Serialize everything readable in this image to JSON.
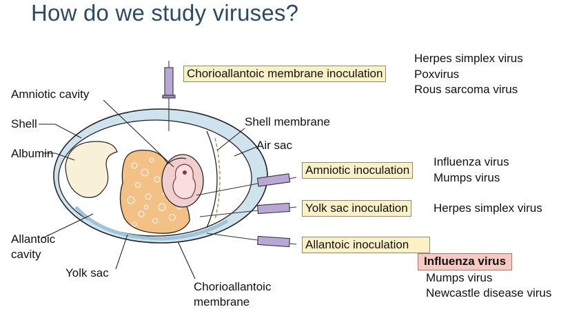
{
  "title": "How do we study viruses?",
  "labels": {
    "amniotic_cavity": "Amniotic cavity",
    "shell": "Shell",
    "albumin": "Albumin",
    "allantoic_cavity_1": "Allantoic",
    "allantoic_cavity_2": "cavity",
    "yolk_sac": "Yolk sac",
    "chorioallantoic_1": "Chorioallantoic",
    "chorioallantoic_2": "membrane",
    "shell_membrane": "Shell membrane",
    "air_sac": "Air sac"
  },
  "inoculations": {
    "cam": {
      "label": "Chorioallantoic membrane inoculation",
      "viruses": [
        "Herpes simplex virus",
        "Poxvirus",
        "Rous sarcoma virus"
      ]
    },
    "amniotic": {
      "label": "Amniotic inoculation",
      "viruses": [
        "Influenza virus",
        "Mumps virus"
      ]
    },
    "yolk": {
      "label": "Yolk sac inoculation",
      "viruses": [
        "Herpes simplex virus"
      ]
    },
    "allantoic": {
      "label": "Allantoic inoculation",
      "highlighted_virus": "Influenza virus",
      "viruses": [
        "Mumps virus",
        "Newcastle disease virus"
      ]
    }
  },
  "colors": {
    "title": "#2b4a66",
    "box_fill": "#fbf1c7",
    "highlight_fill": "#f6c9c4",
    "shell_fill": "#cfe3ee",
    "albumin_fill": "#f8f1d8",
    "yolk_fill": "#f3c185",
    "embryo_fill": "#f2cfcf"
  }
}
